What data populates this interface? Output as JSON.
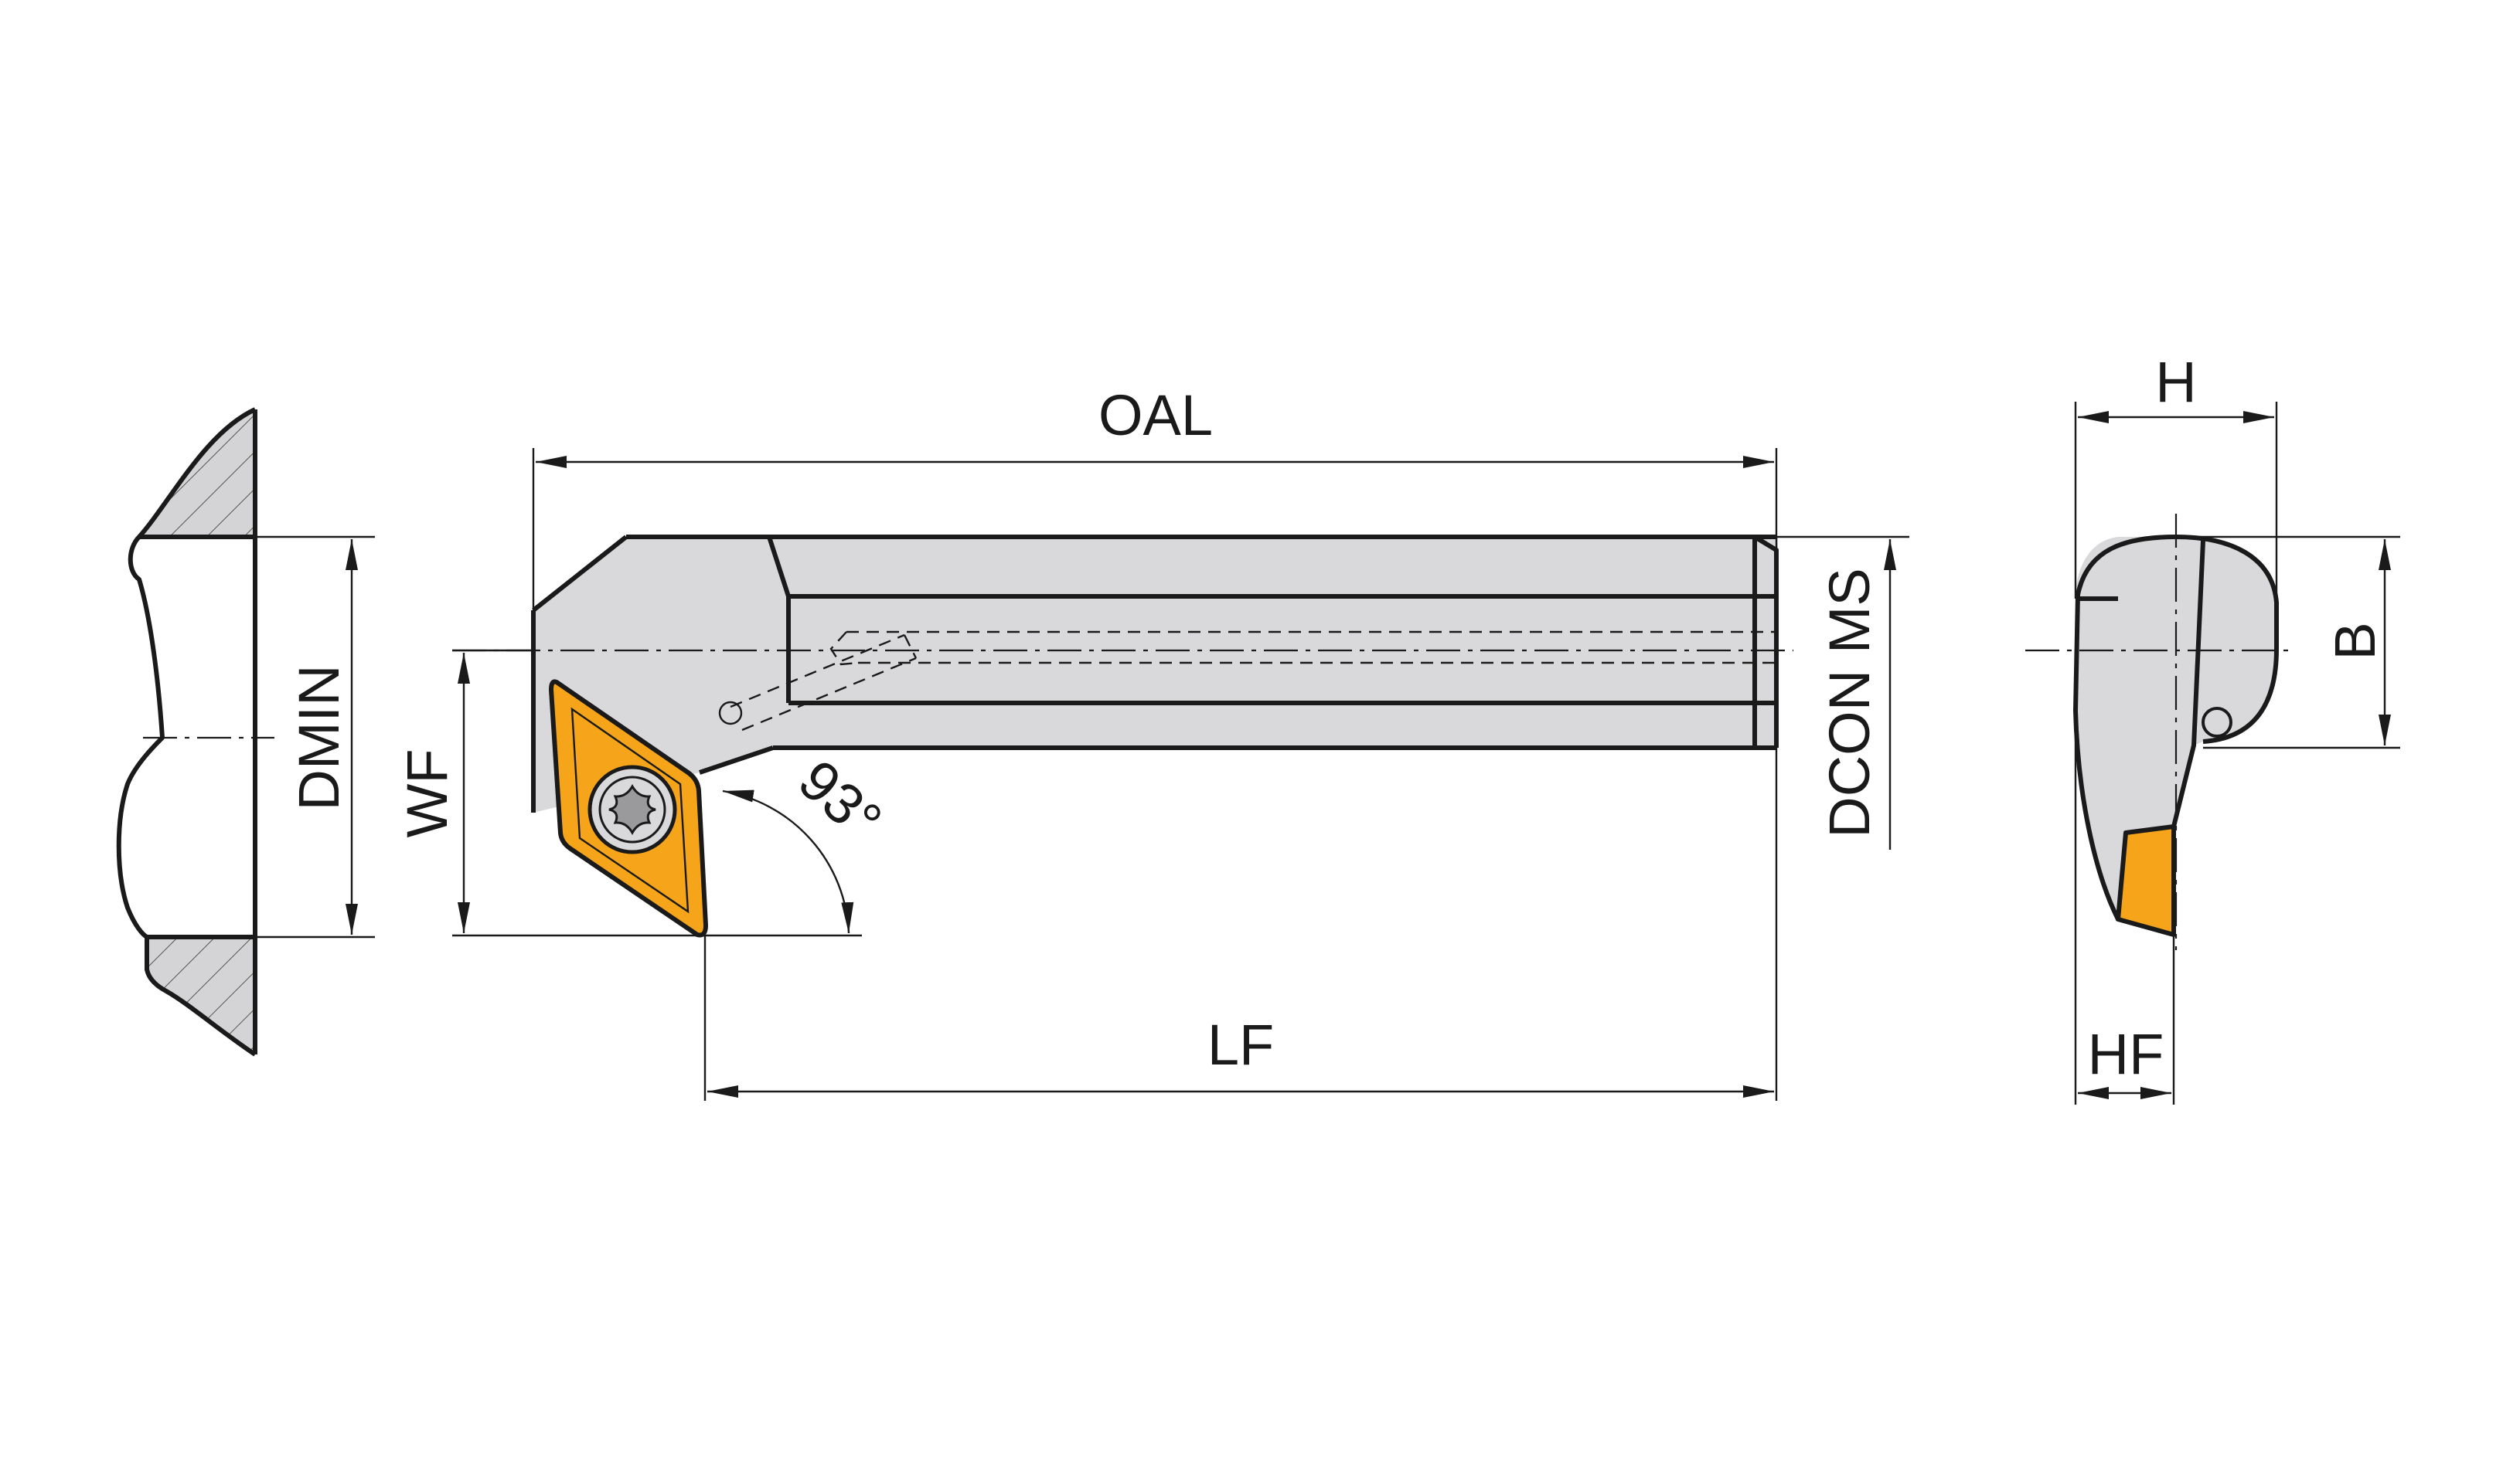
{
  "labels": {
    "oal": "OAL",
    "lf": "LF",
    "wf": "WF",
    "dmin": "DMIN",
    "dcon_ms": "DCON MS",
    "h": "H",
    "b": "B",
    "hf": "HF",
    "angle": "93°"
  },
  "colors": {
    "steel": "#d9d9db",
    "insert": "#f6a51a",
    "line": "#1a1a1a"
  },
  "icons": {
    "screw": "torx-screw-icon"
  }
}
